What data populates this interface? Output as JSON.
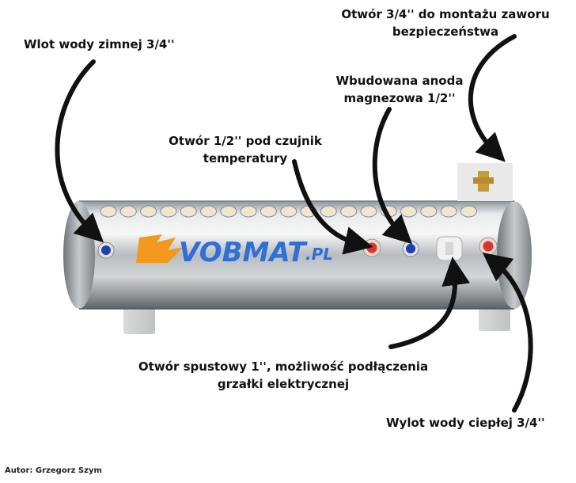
{
  "labels": {
    "cold_inlet": [
      "Wlot wody zimnej 3/4''"
    ],
    "safety_valve": [
      "Otwór 3/4'' do montażu zaworu",
      "bezpieczeństwa"
    ],
    "anode": [
      "Wbudowana anoda",
      "magnezowa 1/2''"
    ],
    "temp_sensor": [
      "Otwór 1/2'' pod czujnik",
      "temperatury"
    ],
    "drain": [
      "Otwór spustowy 1'', możliwość podłączenia",
      "grzałki elektrycznej"
    ],
    "hot_outlet": [
      "Wylot wody ciepłej 3/4''"
    ]
  },
  "brand": {
    "name": "VOBMAT",
    "suffix": ".PL",
    "color": "#2f6fd6",
    "logo_color": "#f39a1e"
  },
  "author": "Autor: Grzegorz Szym",
  "colors": {
    "tank": "#c9cdd1",
    "port_blue": "#1f3fae",
    "port_red": "#d8352b",
    "arrow": "#111111"
  },
  "icons": [
    "flame-logo-icon"
  ]
}
